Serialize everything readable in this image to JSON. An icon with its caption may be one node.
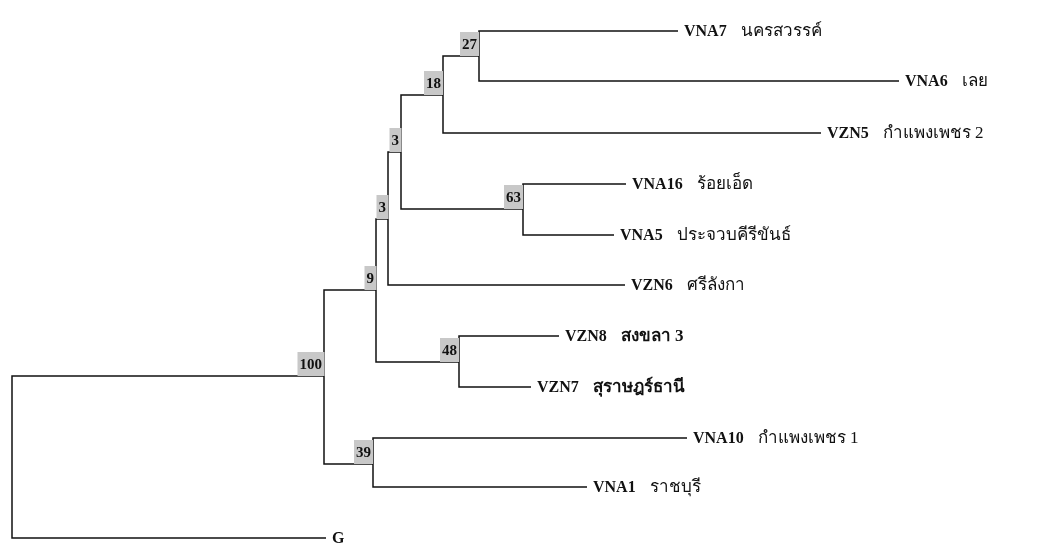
{
  "diagram": {
    "nodes": [
      {
        "text": [
          "27"
        ]
      },
      {
        "text": [
          "VNA7",
          "นครสวรรค์"
        ]
      },
      {
        "text": [
          "18"
        ]
      },
      {
        "text": [
          "VNA6",
          "เลย"
        ]
      },
      {
        "text": [
          "3"
        ]
      },
      {
        "text": [
          "VZN5",
          "กำแพงเพชร 2"
        ]
      },
      {
        "text": [
          "63"
        ]
      },
      {
        "text": [
          "VNA16",
          "ร้อยเอ็ด"
        ]
      },
      {
        "text": [
          "3"
        ]
      },
      {
        "text": [
          "VNA5",
          "ประจวบคีรีขันธ์"
        ]
      },
      {
        "text": [
          "9"
        ]
      },
      {
        "text": [
          "VZN6",
          "ศรีลังกา"
        ]
      },
      {
        "text": [
          "48"
        ]
      },
      {
        "text": [
          "VZN8",
          "สงขลา 3"
        ]
      },
      {
        "text": [
          "100"
        ]
      },
      {
        "text": [
          "VZN7",
          "สุราษฎร์ธานี"
        ]
      },
      {
        "text": [
          "39"
        ]
      },
      {
        "text": [
          "VNA10",
          "กำแพงเพชร 1"
        ]
      },
      {
        "text": [
          "VNA1",
          "ราชบุรี"
        ]
      },
      {
        "text": [
          "G"
        ]
      }
    ],
    "edges": [
      {
        "from": 0,
        "to": 1,
        "arrow": "none"
      },
      {
        "from": 0,
        "to": 3,
        "arrow": "none"
      },
      {
        "from": 2,
        "to": 0,
        "arrow": "none"
      },
      {
        "from": 2,
        "to": 5,
        "arrow": "none"
      },
      {
        "from": 4,
        "to": 2,
        "arrow": "none"
      },
      {
        "from": 4,
        "to": 6,
        "arrow": "none"
      },
      {
        "from": 6,
        "to": 7,
        "arrow": "none"
      },
      {
        "from": 6,
        "to": 9,
        "arrow": "none"
      },
      {
        "from": 8,
        "to": 4,
        "arrow": "none"
      },
      {
        "from": 8,
        "to": 11,
        "arrow": "none"
      },
      {
        "from": 10,
        "to": 8,
        "arrow": "none"
      },
      {
        "from": 10,
        "to": 12,
        "arrow": "none"
      },
      {
        "from": 12,
        "to": 13,
        "arrow": "none"
      },
      {
        "from": 12,
        "to": 15,
        "arrow": "none"
      },
      {
        "from": 14,
        "to": 10,
        "arrow": "none"
      },
      {
        "from": 14,
        "to": 16,
        "arrow": "none"
      },
      {
        "from": 16,
        "to": 17,
        "arrow": "none"
      },
      {
        "from": 16,
        "to": 18,
        "arrow": "none"
      },
      {
        "from": 14,
        "to": 19,
        "arrow": "none"
      }
    ]
  }
}
